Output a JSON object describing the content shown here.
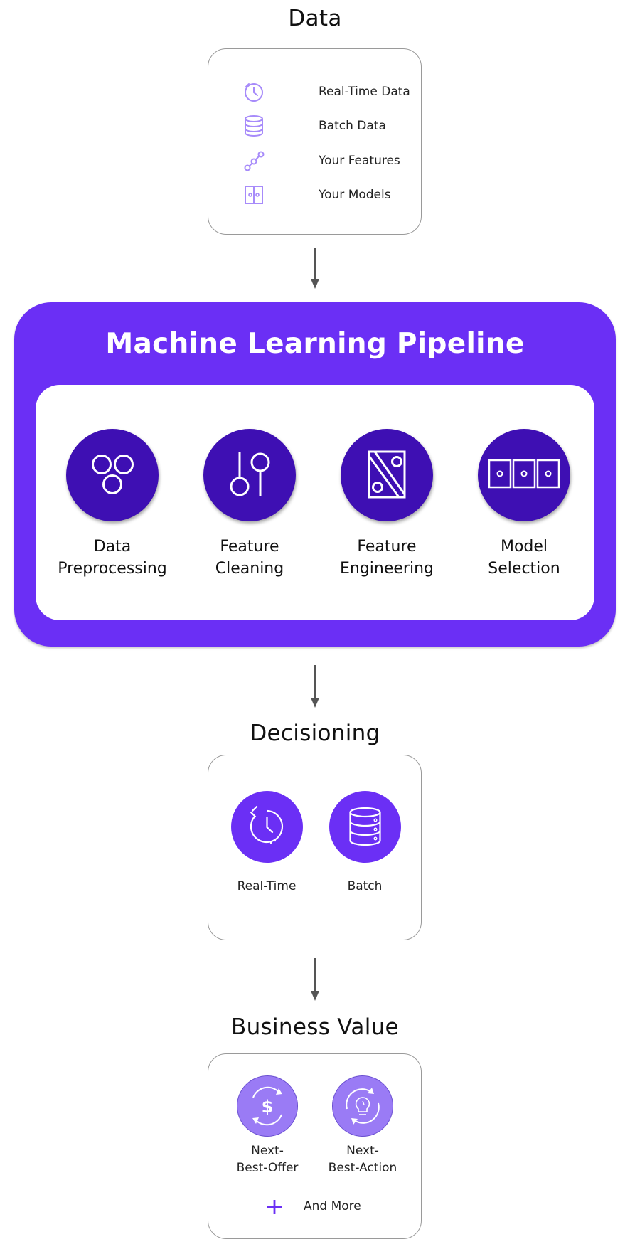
{
  "data_section": {
    "title": "Data",
    "items": [
      {
        "label": "Real-Time Data",
        "icon": "clock-icon"
      },
      {
        "label": "Batch Data",
        "icon": "database-icon"
      },
      {
        "label": "Your Features",
        "icon": "nodes-icon"
      },
      {
        "label": "Your Models",
        "icon": "model-panels-icon"
      }
    ]
  },
  "pipeline": {
    "title": "Machine Learning Pipeline",
    "stages": [
      {
        "label_line1": "Data",
        "label_line2": "Preprocessing",
        "icon": "three-circles-icon"
      },
      {
        "label_line1": "Feature",
        "label_line2": "Cleaning",
        "icon": "slider-toggles-icon"
      },
      {
        "label_line1": "Feature",
        "label_line2": "Engineering",
        "icon": "split-panel-icon"
      },
      {
        "label_line1": "Model",
        "label_line2": "Selection",
        "icon": "three-panels-icon"
      }
    ]
  },
  "decisioning": {
    "title": "Decisioning",
    "items": [
      {
        "label": "Real-Time",
        "icon": "clock-icon"
      },
      {
        "label": "Batch",
        "icon": "database-icon"
      }
    ]
  },
  "business_value": {
    "title": "Business Value",
    "items": [
      {
        "label_line1": "Next-",
        "label_line2": "Best-Offer",
        "icon": "dollar-cycle-icon"
      },
      {
        "label_line1": "Next-",
        "label_line2": "Best-Action",
        "icon": "lightbulb-cycle-icon"
      }
    ],
    "more_label": "And More"
  },
  "colors": {
    "brand_purple": "#6b2ff5",
    "dark_purple": "#3e0fb3",
    "light_purple": "#9a7bf5",
    "icon_lavender": "#a78bfa"
  }
}
